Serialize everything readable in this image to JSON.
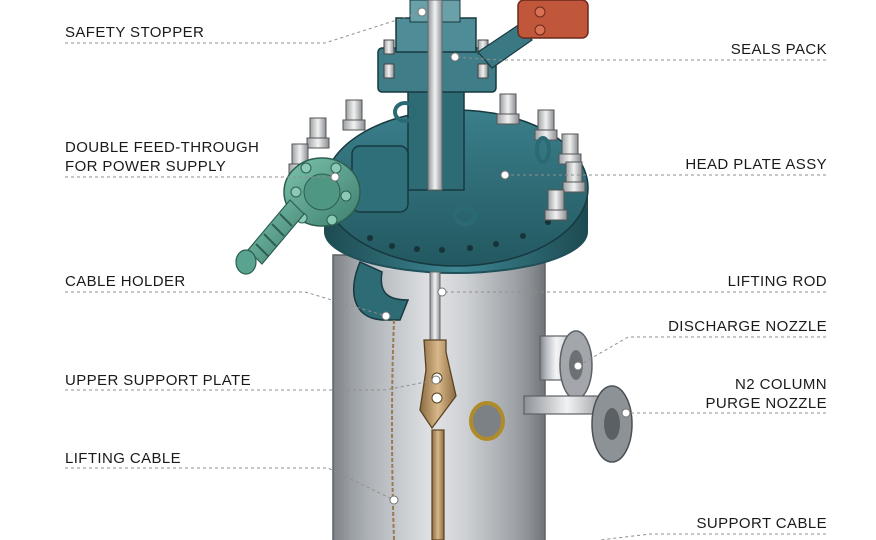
{
  "diagram": {
    "labels": {
      "safety_stopper": "SAFETY STOPPER",
      "seals_pack": "SEALS PACK",
      "double_feed_through_line1": "DOUBLE FEED-THROUGH",
      "double_feed_through_line2": "FOR POWER SUPPLY",
      "head_plate_assy": "HEAD PLATE ASSY",
      "cable_holder": "CABLE HOLDER",
      "lifting_rod": "LIFTING ROD",
      "discharge_nozzle": "DISCHARGE NOZZLE",
      "upper_support_plate": "UPPER SUPPORT PLATE",
      "n2_column_line1": "N2 COLUMN",
      "n2_column_line2": "PURGE NOZZLE",
      "lifting_cable": "LIFTING CABLE",
      "support_cable": "SUPPORT CABLE"
    },
    "colors": {
      "head_plate": "#2f6f7a",
      "head_plate_dark": "#1f4f58",
      "feed_through": "#5aa391",
      "steel_light": "#e4e6e8",
      "steel_dark": "#8a8e93",
      "bronze": "#b08b5a",
      "leader": "#8f8f8f"
    }
  }
}
